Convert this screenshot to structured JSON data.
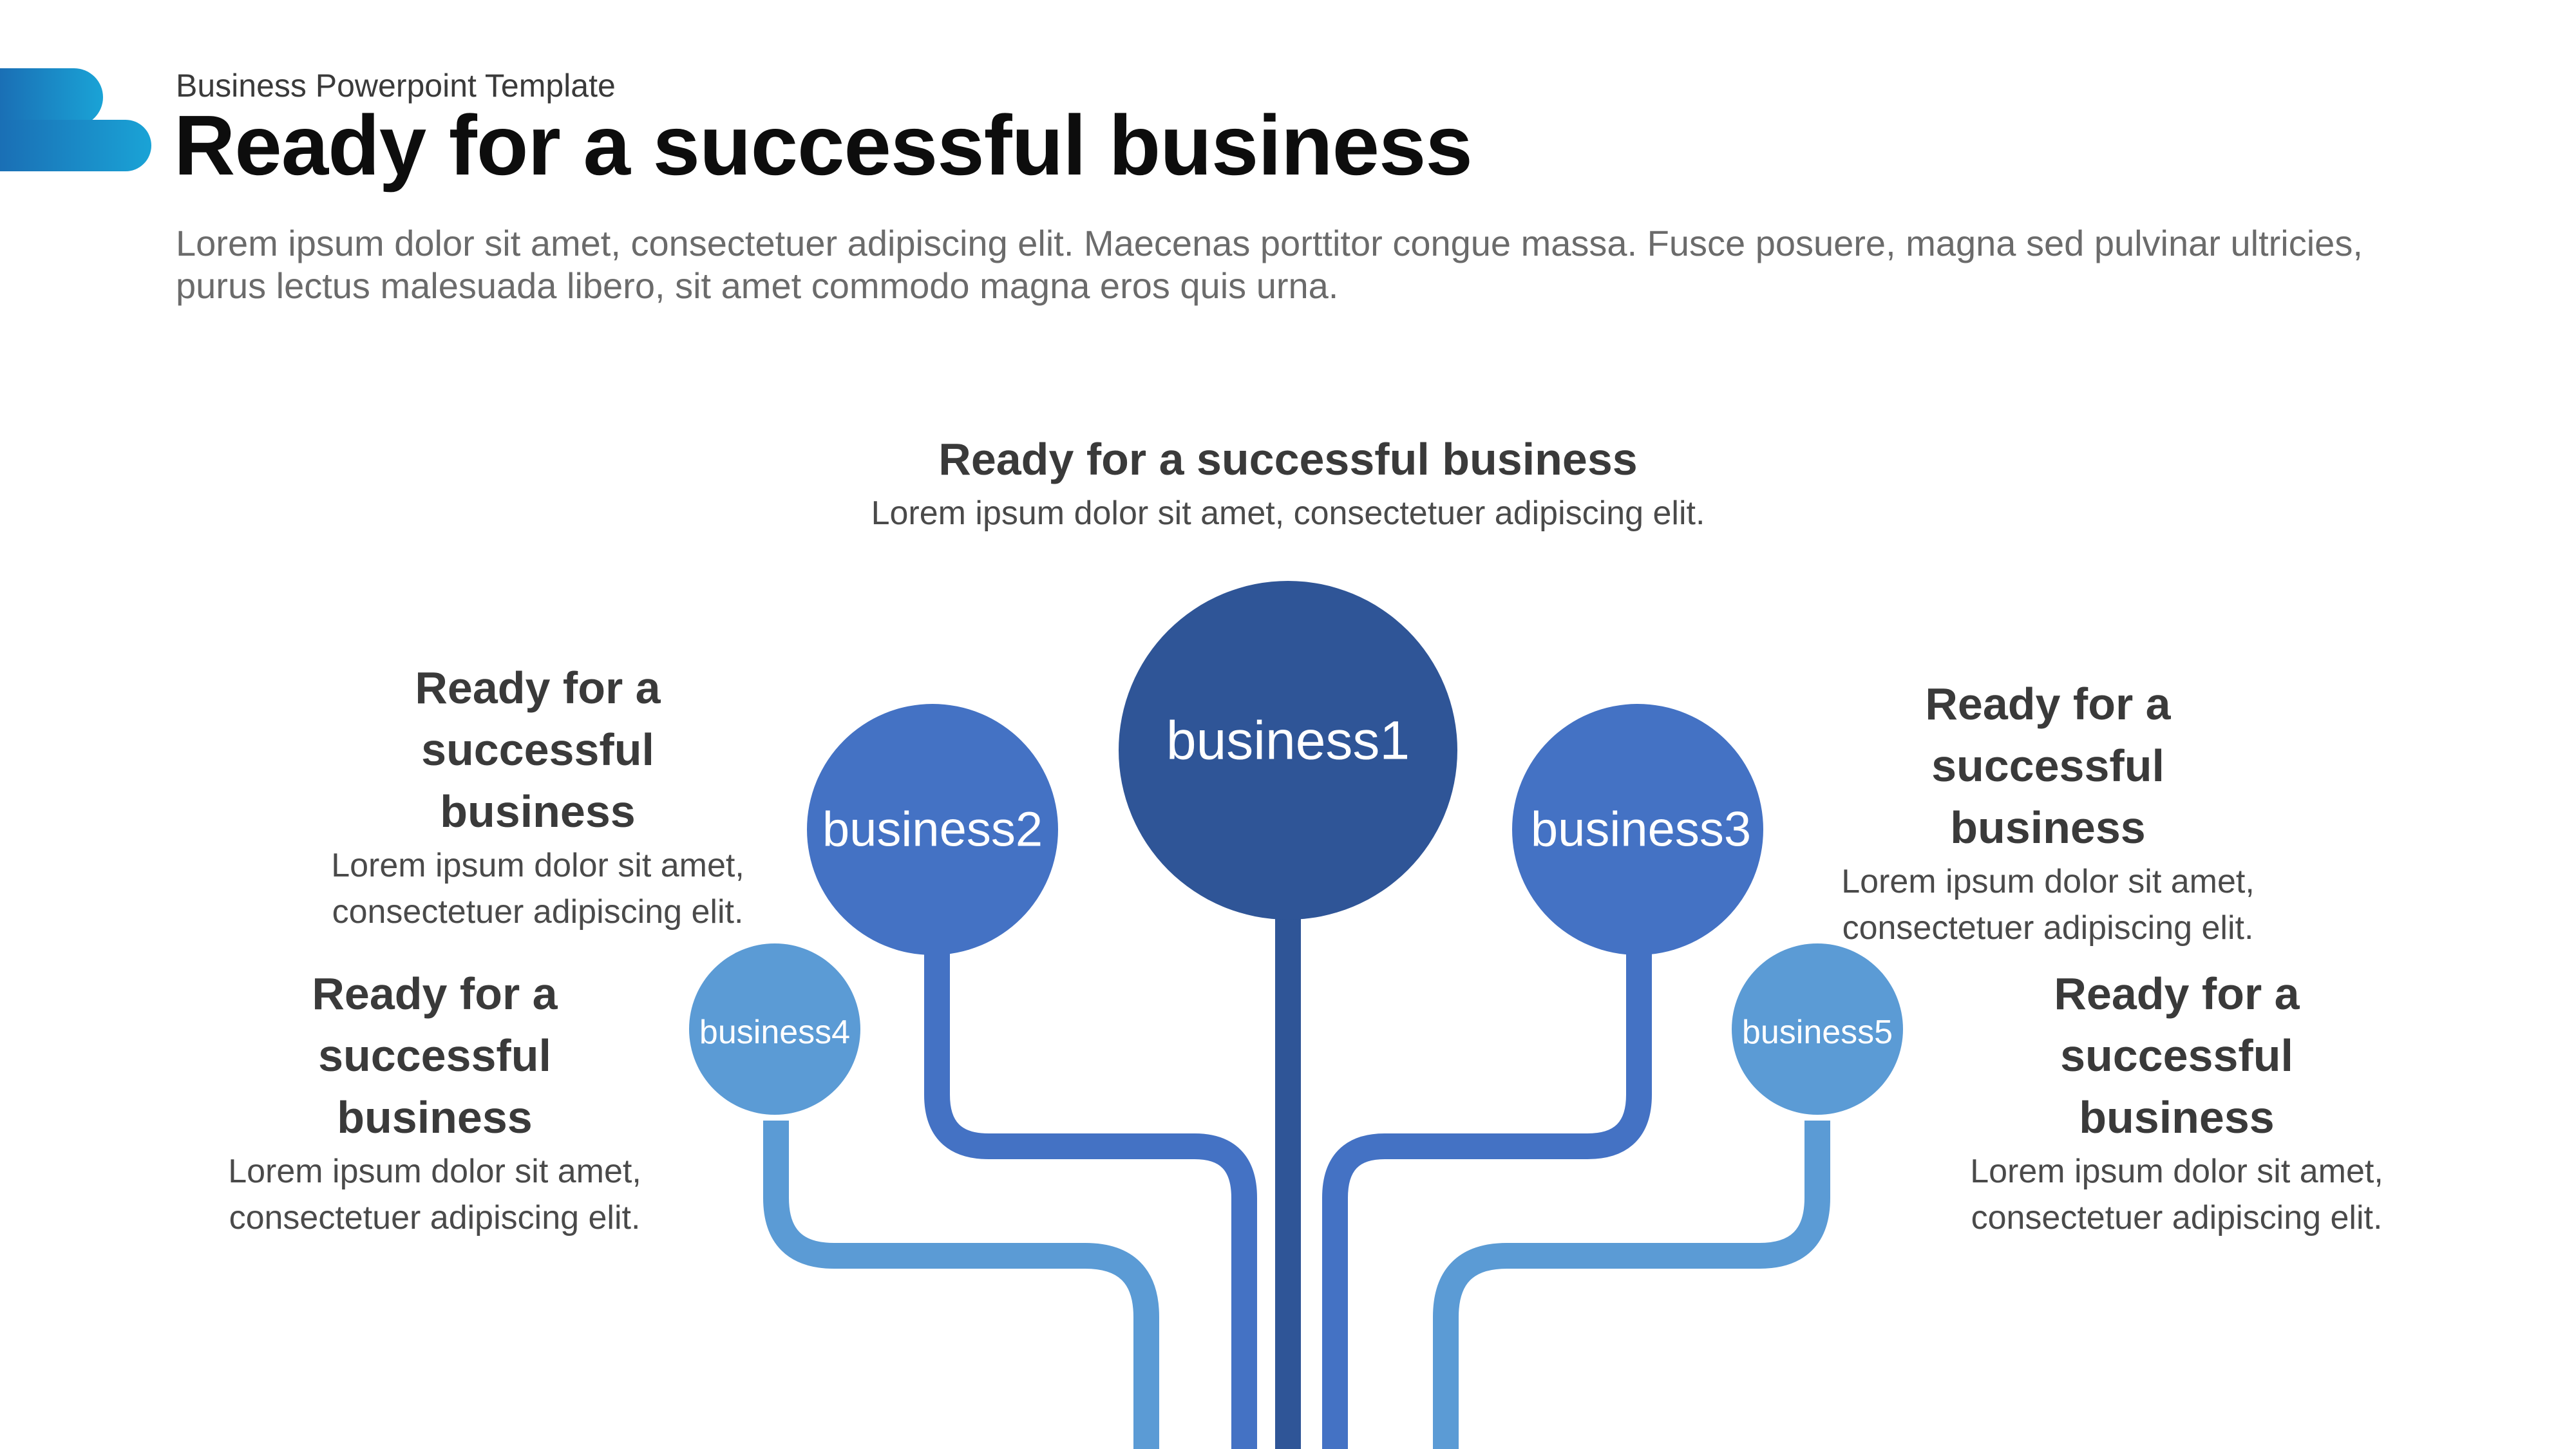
{
  "header": {
    "subtitle": "Business Powerpoint Template",
    "title": "Ready for a successful business",
    "intro": "Lorem ipsum dolor sit amet, consectetuer adipiscing elit. Maecenas porttitor congue massa. Fusce posuere, magna sed pulvinar ultricies, purus lectus malesuada libero, sit amet commodo magna eros quis urna."
  },
  "colors": {
    "accent_dark": "#2f5597",
    "accent_mid": "#4472c4",
    "accent_light": "#5b9bd5",
    "logo_gradient_start": "#1a6fb5",
    "logo_gradient_end": "#1aa3d6"
  },
  "nodes": [
    {
      "label": "business1"
    },
    {
      "label": "business2"
    },
    {
      "label": "business3"
    },
    {
      "label": "business4"
    },
    {
      "label": "business5"
    }
  ],
  "callouts": {
    "top": {
      "title": "Ready for a successful business",
      "desc": "Lorem ipsum dolor sit amet, consectetuer adipiscing elit."
    },
    "upper_left": {
      "title": "Ready for a successful business",
      "desc": "Lorem ipsum dolor sit amet, consectetuer adipiscing elit."
    },
    "upper_right": {
      "title": "Ready for a successful business",
      "desc": "Lorem ipsum dolor sit amet, consectetuer adipiscing elit."
    },
    "lower_left": {
      "title": "Ready for a successful business",
      "desc": "Lorem ipsum dolor sit amet, consectetuer adipiscing elit."
    },
    "lower_right": {
      "title": "Ready for a successful business",
      "desc": "Lorem ipsum dolor sit amet, consectetuer adipiscing elit."
    }
  }
}
